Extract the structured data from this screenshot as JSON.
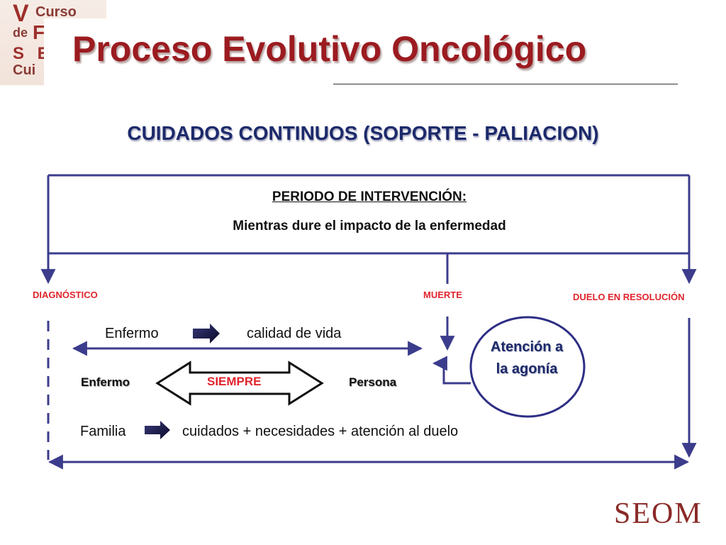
{
  "corner_logo": {
    "v": "V",
    "curso": "Curso",
    "de": "de",
    "f": "F",
    "s": "S E",
    "cui": "Cui"
  },
  "title": "Proceso Evolutivo Oncológico",
  "subtitle": "CUIDADOS CONTINUOS  (SOPORTE - PALIACION)",
  "intervention_box": {
    "heading": "PERIODO DE INTERVENCIÓN:",
    "description": "Mientras dure el impacto de la enfermedad"
  },
  "milestones": {
    "diagnosis": "DIAGNÓSTICO",
    "death": "MUERTE",
    "grief": "DUELO EN RESOLUCIÓN"
  },
  "rows": {
    "patient_label": "Enfermo",
    "quality_of_life": "calidad de vida",
    "patient_label_2": "Enfermo",
    "always": "SIEMPRE",
    "person": "Persona",
    "family": "Familia",
    "family_care": "cuidados + necesidades + atención al duelo"
  },
  "agony_node": {
    "line1": "Atención  a",
    "line2": "la agonía"
  },
  "footer_logo": "SEOM",
  "colors": {
    "title": "#9b1b20",
    "navy": "#1c2a6b",
    "red_label": "#e0242c",
    "line": "#3c3c8c"
  }
}
